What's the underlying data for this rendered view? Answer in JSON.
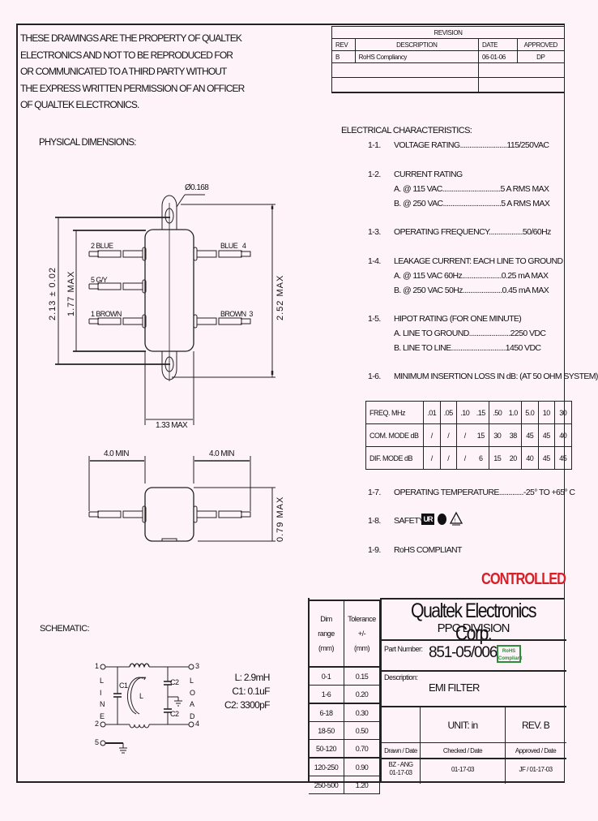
{
  "notice": {
    "lines": [
      "THESE DRAWINGS ARE THE PROPERTY OF QUALTEK",
      "ELECTRONICS AND NOT TO BE REPRODUCED FOR",
      "OR COMMUNICATED TO A THIRD PARTY WITHOUT",
      "THE EXPRESS WRITTEN PERMISSION OF AN OFFICER",
      "OF QUALTEK ELECTRONICS."
    ]
  },
  "revision": {
    "title": "REVISION",
    "headers": [
      "REV",
      "DESCRIPTION",
      "DATE",
      "APPROVED"
    ],
    "rows": [
      [
        "B",
        "RoHS Compliancy",
        "06-01-06",
        "DP"
      ],
      [
        "",
        "",
        "",
        ""
      ],
      [
        "",
        "",
        "",
        ""
      ]
    ]
  },
  "physical": {
    "heading": "PHYSICAL DIMENSIONS:",
    "hole_dia": "Ø0.168",
    "height_overall": "2.13 ± 0.02",
    "height_body": "1.77 MAX",
    "height_total": "2.52 MAX",
    "width_body": "1.33 MAX",
    "lead_left": "4.0 MIN",
    "lead_right": "4.0 MIN",
    "depth": "0.79 MAX",
    "leads": [
      {
        "num": "2",
        "color": "BLUE",
        "side": "left"
      },
      {
        "num": "5",
        "color": "G/Y",
        "side": "left"
      },
      {
        "num": "1",
        "color": "BROWN",
        "side": "left"
      },
      {
        "num": "4",
        "color": "BLUE",
        "side": "right"
      },
      {
        "num": "3",
        "color": "BROWN",
        "side": "right"
      }
    ]
  },
  "electrical": {
    "heading": "ELECTRICAL CHARACTERISTICS:",
    "items": [
      {
        "num": "1-1.",
        "label": "VOLTAGE RATING.........................115/250VAC"
      },
      {
        "num": "1-2.",
        "label": "CURRENT RATING",
        "sub": [
          "A. @ 115 VAC...............................5 A RMS MAX",
          "B. @ 250 VAC...............................5 A RMS MAX"
        ]
      },
      {
        "num": "1-3.",
        "label": "OPERATING FREQUENCY..................50/60Hz"
      },
      {
        "num": "1-4.",
        "label": "LEAKAGE CURRENT: EACH LINE TO GROUND",
        "sub": [
          "A. @ 115 VAC 60Hz.....................0.25 mA MAX",
          "B. @ 250 VAC 50Hz.....................0.45 mA MAX"
        ]
      },
      {
        "num": "1-5.",
        "label": "HIPOT RATING (FOR ONE MINUTE)",
        "sub": [
          "A. LINE TO GROUND......................2250 VDC",
          "B. LINE TO LINE.............................1450 VDC"
        ]
      },
      {
        "num": "1-6.",
        "label": "MINIMUM INSERTION LOSS IN dB: (AT 50 OHM SYSTEM)"
      },
      {
        "num": "1-7.",
        "label": "OPERATING TEMPERATURE.............-25° TO +65° C"
      },
      {
        "num": "1-8.",
        "label": "SAFETY:"
      },
      {
        "num": "1-9.",
        "label": "RoHS COMPLIANT"
      }
    ],
    "insertion_loss": {
      "headers": [
        "FREQ. MHz",
        ".01",
        ".05",
        ".10",
        ".15",
        ".50",
        "1.0",
        "5.0",
        "10",
        "30"
      ],
      "rows": [
        [
          "COM. MODE dB",
          "/",
          "/",
          "/",
          "15",
          "30",
          "38",
          "45",
          "45",
          "40"
        ],
        [
          "DIF. MODE dB",
          "/",
          "/",
          "/",
          "6",
          "15",
          "20",
          "40",
          "45",
          "45"
        ]
      ]
    },
    "safety_marks": [
      "UR",
      "CSA",
      "VDE"
    ]
  },
  "stamp": {
    "text": "CONTROLLED",
    "color": "#d71f28"
  },
  "schematic": {
    "heading": "SCHEMATIC:",
    "line_label": [
      "L",
      "I",
      "N",
      "E"
    ],
    "load_label": [
      "L",
      "O",
      "A",
      "D"
    ],
    "terminals": [
      "1",
      "2",
      "3",
      "4",
      "5"
    ],
    "components": {
      "C1": "C1",
      "C2a": "C2",
      "C2b": "C2",
      "L": "L"
    },
    "values": [
      "L:  2.9mH",
      "C1:  0.1uF",
      "C2:  3300pF"
    ]
  },
  "dim_tolerance": {
    "header_dim": [
      "Dim",
      "range",
      "(mm)"
    ],
    "header_tol": [
      "Tolerance",
      "+/-",
      "(mm)"
    ],
    "rows": [
      [
        "0-1",
        "0.15"
      ],
      [
        "1-6",
        "0.20"
      ],
      [
        "6-18",
        "0.30"
      ],
      [
        "18-50",
        "0.50"
      ],
      [
        "50-120",
        "0.70"
      ],
      [
        "120-250",
        "0.90"
      ],
      [
        "250-500",
        "1.20"
      ]
    ]
  },
  "title_block": {
    "company": "Qualtek Electronics Corp.",
    "division": "PPC  DIVISION",
    "part_label": "Part Number:",
    "part_number": "851-05/006",
    "rohs_badge": [
      "RoHS",
      "Compliant"
    ],
    "rohs_color": "#2e8b3a",
    "desc_label": "Description:",
    "description": "EMI FILTER",
    "unit": "UNIT: in",
    "rev": "REV.  B",
    "drawn_label": "Drawn / Date",
    "checked_label": "Checked / Date",
    "approved_label": "Approved / Date",
    "drawn": [
      "BZ - ANG",
      "01-17-03"
    ],
    "checked": "01-17-03",
    "approved": "JF / 01-17-03"
  }
}
